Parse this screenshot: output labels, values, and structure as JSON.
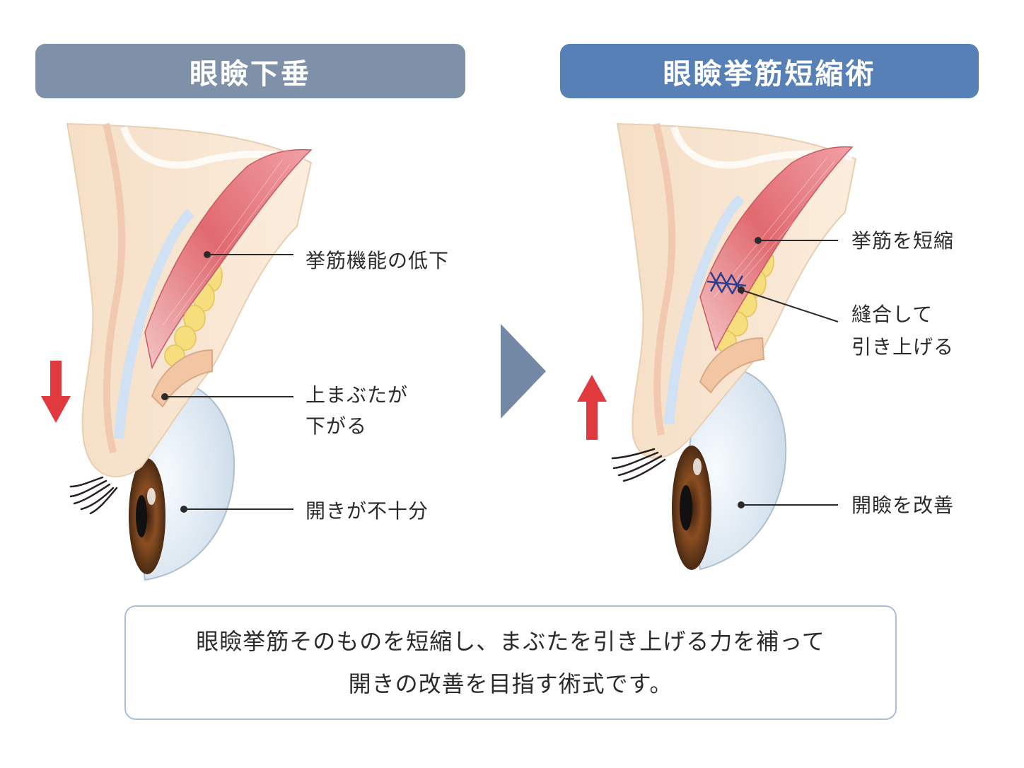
{
  "left_panel": {
    "title": "眼瞼下垂",
    "label_muscle": "挙筋機能の低下",
    "label_lid_1": "上まぶたが",
    "label_lid_2": "下がる",
    "label_eye": "開きが不十分"
  },
  "right_panel": {
    "title": "眼瞼挙筋短縮術",
    "label_muscle": "挙筋を短縮",
    "label_suture_1": "縫合して",
    "label_suture_2": "引き上げる",
    "label_eye": "開瞼を改善"
  },
  "summary": {
    "line1": "眼瞼挙筋そのものを短縮し、まぶたを引き上げる力を補って",
    "line2": "開きの改善を目指す術式です。"
  },
  "colors": {
    "left_banner": "#7f91a9",
    "right_banner": "#5680b6",
    "arrow_red": "#e03a3e",
    "transition_arrow": "#7388a4",
    "suture_blue": "#2a3f8f"
  }
}
